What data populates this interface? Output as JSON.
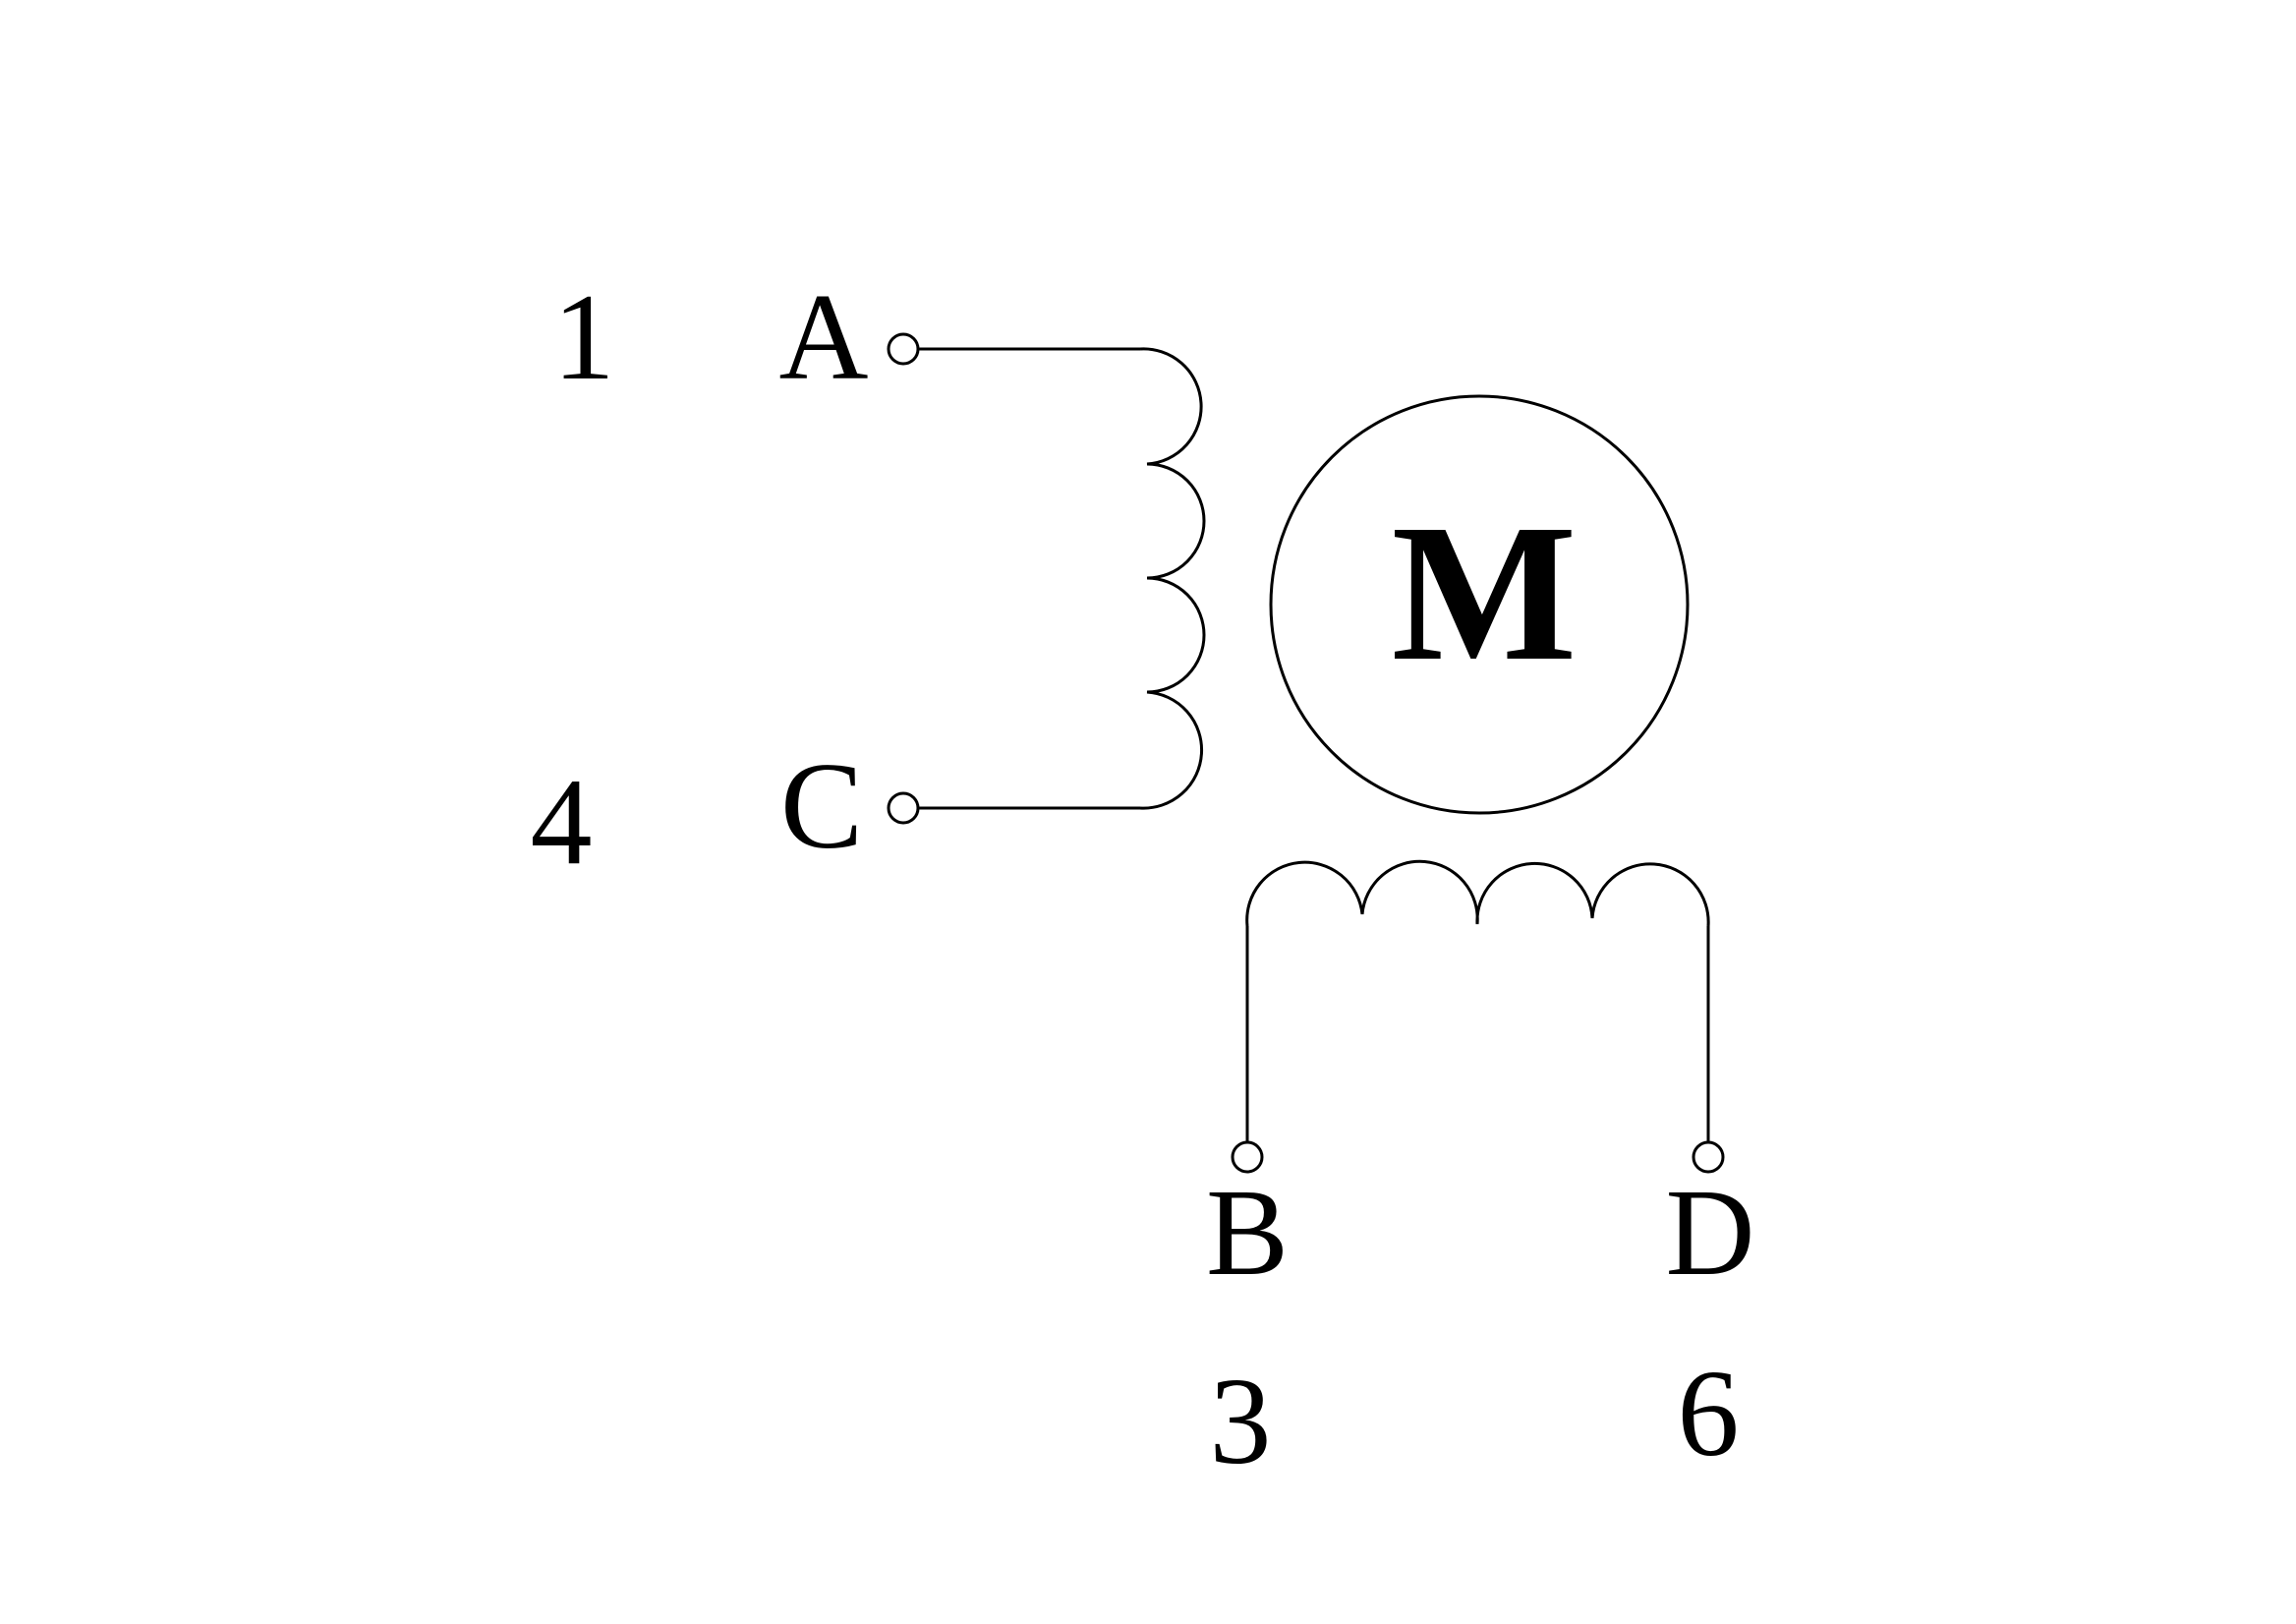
{
  "diagram": {
    "motor": {
      "label": "M"
    },
    "terminals": {
      "a": {
        "label": "A",
        "pin": "1"
      },
      "c": {
        "label": "C",
        "pin": "4"
      },
      "b": {
        "label": "B",
        "pin": "3"
      },
      "d": {
        "label": "D",
        "pin": "6"
      }
    }
  },
  "colors": {
    "stroke": "#000000",
    "background": "#ffffff"
  }
}
